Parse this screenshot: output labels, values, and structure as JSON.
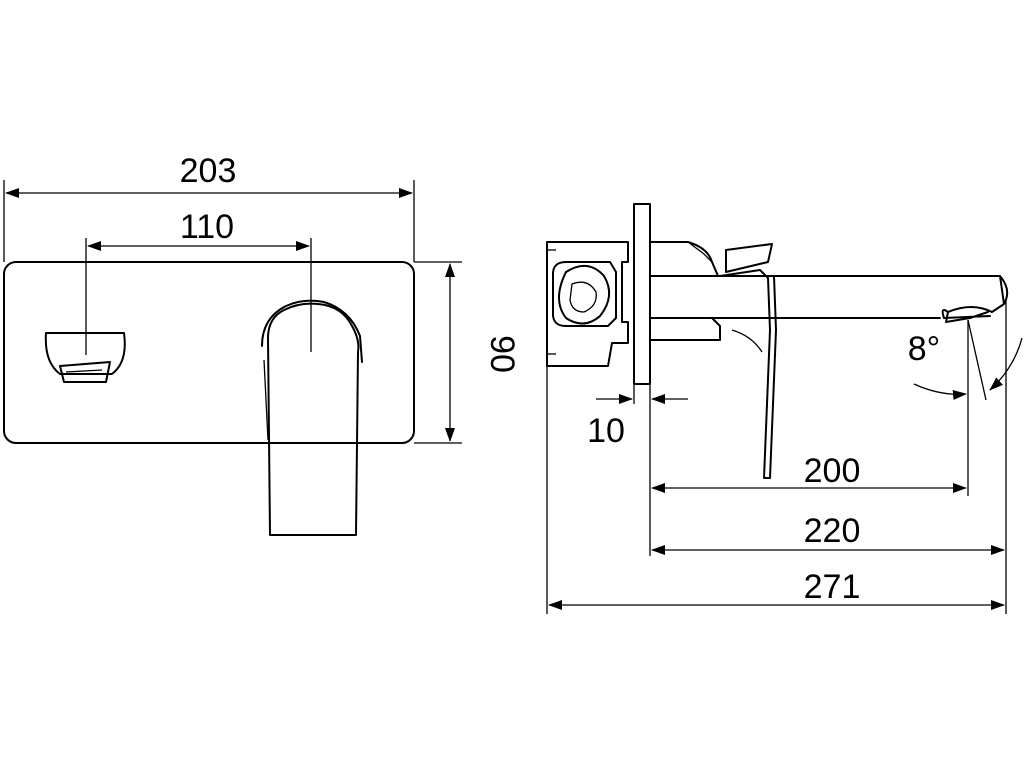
{
  "front_view": {
    "dim_total_width": "203",
    "dim_handle_offset": "110",
    "dim_plate_height": "90"
  },
  "side_view": {
    "dim_plate_thickness": "10",
    "dim_spout_reach": "200",
    "dim_spout_length": "220",
    "dim_total_depth": "271",
    "dim_spout_angle": "8°"
  },
  "colors": {
    "line": "#000000",
    "background": "#ffffff"
  }
}
